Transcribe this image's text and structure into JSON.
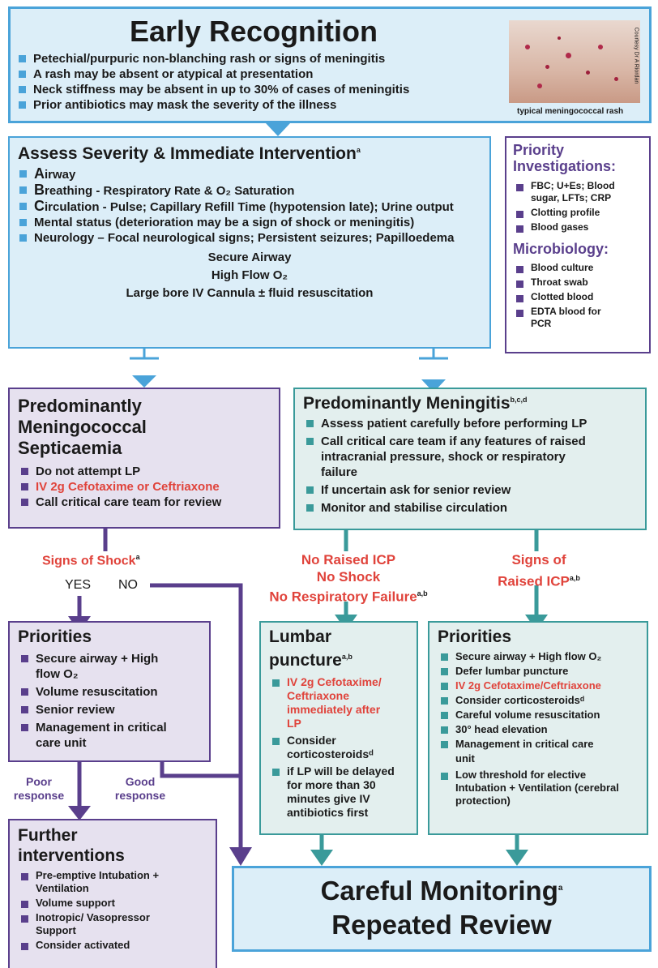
{
  "early": {
    "title": "Early Recognition",
    "items": [
      "Petechial/purpuric non-blanching rash or signs of meningitis",
      "A rash may be absent or atypical at presentation",
      "Neck stiffness may be absent in up to 30% of cases of meningitis",
      "Prior antibiotics may mask the severity of the illness"
    ],
    "photo_caption": "typical meningococcal rash",
    "photo_credit": "Courtesy Dr A Riordan"
  },
  "assess": {
    "title": "Assess Severity & Immediate Intervention",
    "title_sup": "a",
    "items": [
      [
        "A",
        "irway"
      ],
      [
        "B",
        "reathing - Respiratory Rate & O₂ Saturation"
      ],
      [
        "C",
        "irculation - Pulse; Capillary Refill Time (hypotension late); Urine output"
      ],
      [
        "",
        "Mental status (deterioration may be a sign of shock or meningitis)"
      ],
      [
        "",
        "Neurology – Focal neurological signs; Persistent seizures; Papilloedema"
      ]
    ],
    "line1": "Secure Airway",
    "line2": "High Flow O₂",
    "line3": "Large bore IV Cannula ± fluid resuscitation"
  },
  "investigations": {
    "title": "Priority Investigations:",
    "items": [
      "FBC; U+Es; Blood sugar, LFTs; CRP",
      "Clotting profile",
      "Blood gases"
    ],
    "micro_title": "Microbiology:",
    "micro_items": [
      "Blood culture",
      "Throat swab",
      "Clotted blood",
      "EDTA blood for PCR"
    ]
  },
  "septicaemia": {
    "title": "Predominantly Meningococcal Septicaemia",
    "items": [
      "Do not attempt LP",
      "IV 2g Cefotaxime or Ceftriaxone",
      "Call critical care team for review"
    ]
  },
  "meningitis": {
    "title": "Predominantly Meningitis",
    "title_sup": "b,c,d",
    "items": [
      "Assess patient carefully before performing LP",
      "Call critical care team if any features of raised intracranial pressure, shock or respiratory failure",
      "If uncertain ask for senior review",
      "Monitor and stabilise circulation"
    ]
  },
  "labels": {
    "shock": "Signs of Shock",
    "shock_sup": "a",
    "yes": "YES",
    "no": "NO",
    "no_icp_1": "No Raised ICP",
    "no_icp_2": "No Shock",
    "no_icp_3": "No Respiratory Failure",
    "no_icp_sup": "a,b",
    "raised_1": "Signs of",
    "raised_2": "Raised ICP",
    "raised_sup": "a,b",
    "poor_1": "Poor",
    "poor_2": "response",
    "good_1": "Good",
    "good_2": "response"
  },
  "priorities_left": {
    "title": "Priorities",
    "items": [
      "Secure airway + High flow O₂",
      "Volume resuscitation",
      "Senior review",
      "Management in critical care unit"
    ]
  },
  "lumbar": {
    "title": "Lumbar puncture",
    "title_sup": "a,b",
    "items": [
      "IV 2g Cefotaxime/ Ceftriaxone immediately after LP",
      "Consider corticosteroidsᵈ",
      "if LP will be delayed for more than 30 minutes give IV antibiotics first"
    ]
  },
  "priorities_right": {
    "title": "Priorities",
    "items": [
      "Secure airway + High flow O₂",
      "Defer lumbar puncture",
      "IV 2g Cefotaxime/Ceftriaxone",
      "Consider corticosteroidsᵈ",
      "Careful volume resuscitation",
      "30° head elevation",
      "Management in critical care unit",
      "Low threshold for elective Intubation + Ventilation (cerebral protection)"
    ]
  },
  "further": {
    "title": "Further interventions",
    "items": [
      "Pre-emptive Intubation + Ventilation",
      "Volume support",
      "Inotropic/ Vasopressor Support",
      "Consider activated"
    ]
  },
  "monitoring": {
    "line1": "Careful Monitoring",
    "line1_sup": "a",
    "line2": "Repeated Review"
  }
}
